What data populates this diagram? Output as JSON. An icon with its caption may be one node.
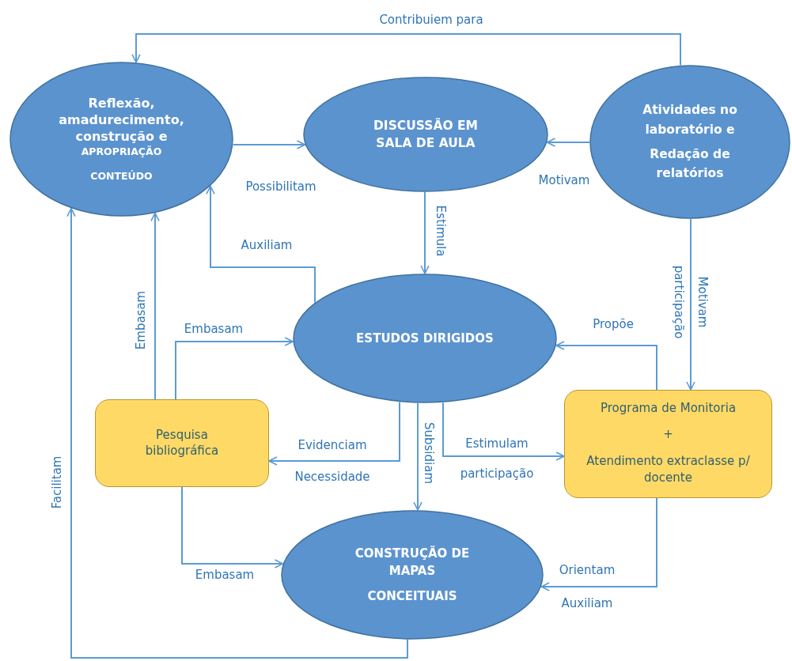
{
  "diagram": {
    "nodes": [
      {
        "text": [
          "Reflexão, amadurecimento, construção e",
          "APROPRIAÇÃO",
          "CONTEÚDO"
        ]
      },
      {
        "text": [
          "DISCUSSÃO EM SALA DE AULA"
        ]
      },
      {
        "text": [
          "Atividades no laboratório e",
          "Redação de relatórios"
        ]
      },
      {
        "text": [
          "ESTUDOS DIRIGIDOS"
        ]
      },
      {
        "text": [
          "Pesquisa bibliográfica"
        ]
      },
      {
        "text": [
          "Programa de Monitoria",
          "+",
          "Atendimento extraclasse p/ docente"
        ]
      },
      {
        "text": [
          "CONSTRUÇÃO DE MAPAS",
          "CONCEITUAIS"
        ]
      }
    ],
    "edges": [
      {
        "from": 2,
        "to": 0,
        "arrow": "to",
        "label": "Contribuiem para"
      },
      {
        "from": 0,
        "to": 1,
        "arrow": "to",
        "label": "Possibilitam"
      },
      {
        "from": 2,
        "to": 1,
        "arrow": "to",
        "label": "Motivam"
      },
      {
        "from": 1,
        "to": 3,
        "arrow": "to",
        "label": "Estimula"
      },
      {
        "from": 3,
        "to": 0,
        "arrow": "to",
        "label": "Auxiliam"
      },
      {
        "from": 4,
        "to": 0,
        "arrow": "to",
        "label": "Embasam"
      },
      {
        "from": 4,
        "to": 3,
        "arrow": "to",
        "label": "Embasam"
      },
      {
        "from": 2,
        "to": 5,
        "arrow": "to",
        "label": "Motivam participação"
      },
      {
        "from": 5,
        "to": 3,
        "arrow": "to",
        "label": "Propõe"
      },
      {
        "from": 3,
        "to": 4,
        "arrow": "to",
        "label": "Evidenciam Necessidade"
      },
      {
        "from": 3,
        "to": 6,
        "arrow": "to",
        "label": "Subsidiam"
      },
      {
        "from": 3,
        "to": 5,
        "arrow": "to",
        "label": "Estimulam participação"
      },
      {
        "from": 4,
        "to": 6,
        "arrow": "to",
        "label": "Embasam"
      },
      {
        "from": 5,
        "to": 6,
        "arrow": "to",
        "label": "Orientam Auxiliam"
      },
      {
        "from": 6,
        "to": 0,
        "arrow": "to",
        "label": "Facilitam"
      }
    ]
  }
}
